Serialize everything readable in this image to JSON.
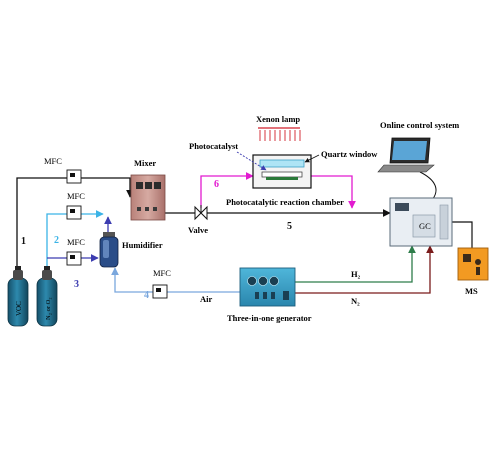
{
  "components": {
    "xenon_lamp": "Xenon lamp",
    "online_control": "Online control  system",
    "photocatalyst": "Photocatalyst",
    "quartz_window": "Quartz window",
    "mixer": "Mixer",
    "reaction_chamber": "Photocatalytic reaction chamber",
    "valve": "Valve",
    "humidifier": "Humidifier",
    "gc": "GC",
    "ms": "MS",
    "generator": "Three-in-one generator",
    "air": "Air",
    "h2": "H₂",
    "n2": "N₂",
    "mfc": "MFC"
  },
  "cylinders": {
    "voc": "VOC",
    "n2_gas": "N₂ or O₂"
  },
  "line_numbers": {
    "l1": "1",
    "l2": "2",
    "l3": "3",
    "l4": "4",
    "l5": "5",
    "l6": "6"
  },
  "colors": {
    "main_line": "#111111",
    "line2": "#3bb3e6",
    "line3": "#3c3cb0",
    "line4": "#7aa7dd",
    "line6": "#e21bd0",
    "h2_line": "#2e7d4a",
    "n2_line": "#7a1b1b",
    "cylinder": "#1f6a86",
    "mixer": "#c7968f",
    "ms_box": "#f29a22",
    "generator": "#3aa1c7"
  }
}
